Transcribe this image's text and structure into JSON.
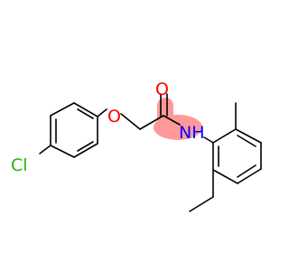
{
  "atoms": {
    "chlorine": {
      "label": "Cl",
      "color": "#22b800"
    },
    "ether_oxygen": {
      "label": "O",
      "color": "#ff0000"
    },
    "carbonyl_oxygen": {
      "label": "O",
      "color": "#ff0000"
    },
    "amide_nitrogen": {
      "label": "NH",
      "color": "#0000ff"
    }
  },
  "colors": {
    "bond": "#000000",
    "highlight": "#ff9999"
  }
}
